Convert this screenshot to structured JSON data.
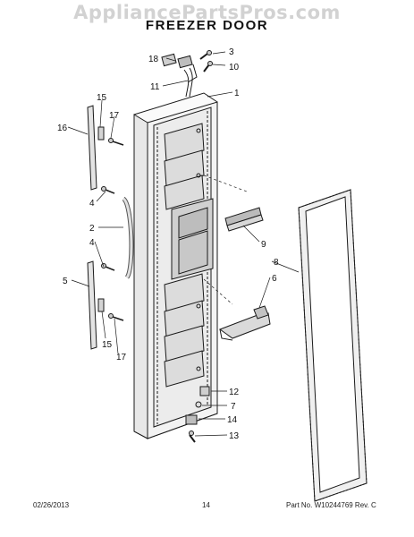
{
  "watermark": "AppliancePartsPros.com",
  "title": "FREEZER DOOR",
  "callouts": {
    "c18": "18",
    "c3": "3",
    "c10": "10",
    "c11": "11",
    "c1": "1",
    "c15a": "15",
    "c17a": "17",
    "c16": "16",
    "c4a": "4",
    "c2": "2",
    "c4b": "4",
    "c5": "5",
    "c15b": "15",
    "c17b": "17",
    "c9": "9",
    "c8": "8",
    "c6": "6",
    "c12": "12",
    "c7": "7",
    "c14": "14",
    "c13": "13"
  },
  "footer": {
    "date": "02/26/2013",
    "page": "14",
    "part": "Part No. W10244769  Rev. C"
  }
}
